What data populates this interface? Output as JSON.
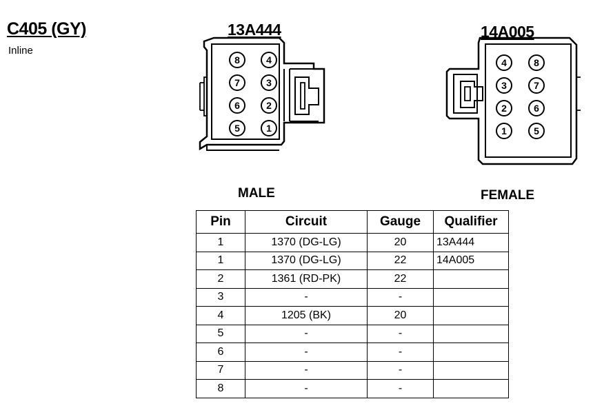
{
  "connector": {
    "id": "C405 (GY)",
    "type": "Inline"
  },
  "male": {
    "part_number": "13A444",
    "label": "MALE",
    "pins": [
      "8",
      "4",
      "7",
      "3",
      "6",
      "2",
      "5",
      "1"
    ]
  },
  "female": {
    "part_number": "14A005",
    "label": "FEMALE",
    "pins": [
      "4",
      "8",
      "3",
      "7",
      "2",
      "6",
      "1",
      "5"
    ]
  },
  "table": {
    "headers": [
      "Pin",
      "Circuit",
      "Gauge",
      "Qualifier"
    ],
    "rows": [
      [
        "1",
        "1370 (DG-LG)",
        "20",
        "13A444"
      ],
      [
        "1",
        "1370 (DG-LG)",
        "22",
        "14A005"
      ],
      [
        "2",
        "1361 (RD-PK)",
        "22",
        ""
      ],
      [
        "3",
        "-",
        "-",
        ""
      ],
      [
        "4",
        "1205 (BK)",
        "20",
        ""
      ],
      [
        "5",
        "-",
        "-",
        ""
      ],
      [
        "6",
        "-",
        "-",
        ""
      ],
      [
        "7",
        "-",
        "-",
        ""
      ],
      [
        "8",
        "-",
        "-",
        ""
      ]
    ]
  }
}
